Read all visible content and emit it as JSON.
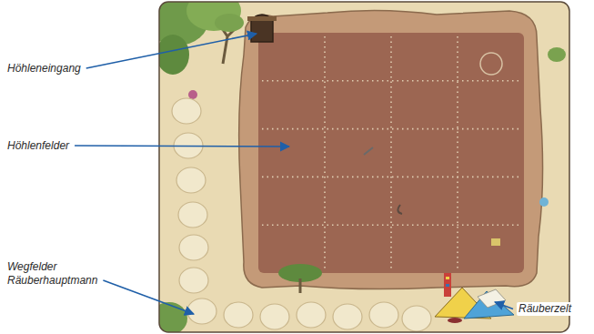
{
  "diagram": {
    "labels": [
      "Höhleneingang",
      "Höhlenfelder",
      "Wegfelder Räuberhauptmann",
      "Räuberzelt"
    ]
  }
}
